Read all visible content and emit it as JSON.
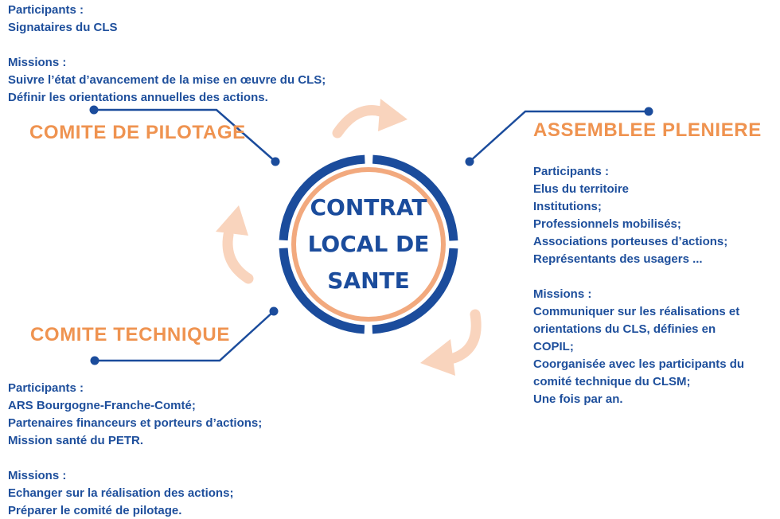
{
  "colors": {
    "blue": "#1b4c9c",
    "text_blue": "#1e4f9c",
    "orange": "#ef9350",
    "ring_orange": "#f2a97e",
    "arrow_peach": "#f9d4bd",
    "background": "#ffffff"
  },
  "center": {
    "lines": [
      "CONTRAT",
      "LOCAL DE",
      "SANTE"
    ]
  },
  "sections": {
    "comite_pilotage": {
      "title": "COMITE DE PILOTAGE",
      "participants_label": "Participants :",
      "participants": [
        "Signataires du CLS"
      ],
      "missions_label": "Missions :",
      "missions": [
        "Suivre l’état d’avancement de la mise en œuvre du CLS;",
        "Définir les orientations annuelles des actions."
      ]
    },
    "assemblee_pleniere": {
      "title": "ASSEMBLEE PLENIERE",
      "participants_label": "Participants :",
      "participants": [
        "Elus du territoire",
        "Institutions;",
        "Professionnels mobilisés;",
        "Associations porteuses d’actions;",
        "Représentants des usagers ..."
      ],
      "missions_label": "Missions :",
      "missions": [
        "Communiquer sur les réalisations et\norientations du CLS, définies en\nCOPIL;",
        "Coorganisée avec les participants du\ncomité technique du CLSM;",
        "Une fois par an."
      ]
    },
    "comite_technique": {
      "title": "COMITE TECHNIQUE",
      "participants_label": "Participants :",
      "participants": [
        "ARS Bourgogne-Franche-Comté;",
        "Partenaires financeurs et porteurs d’actions;",
        "Mission santé du PETR."
      ],
      "missions_label": "Missions :",
      "missions": [
        "Echanger sur la réalisation des actions;",
        "Préparer le comité de pilotage."
      ]
    }
  },
  "decorations": {
    "arrows": [
      "cycle-arrow-top",
      "cycle-arrow-bottom-right",
      "cycle-arrow-left"
    ],
    "meaning": "clockwise cycle around the circle"
  }
}
